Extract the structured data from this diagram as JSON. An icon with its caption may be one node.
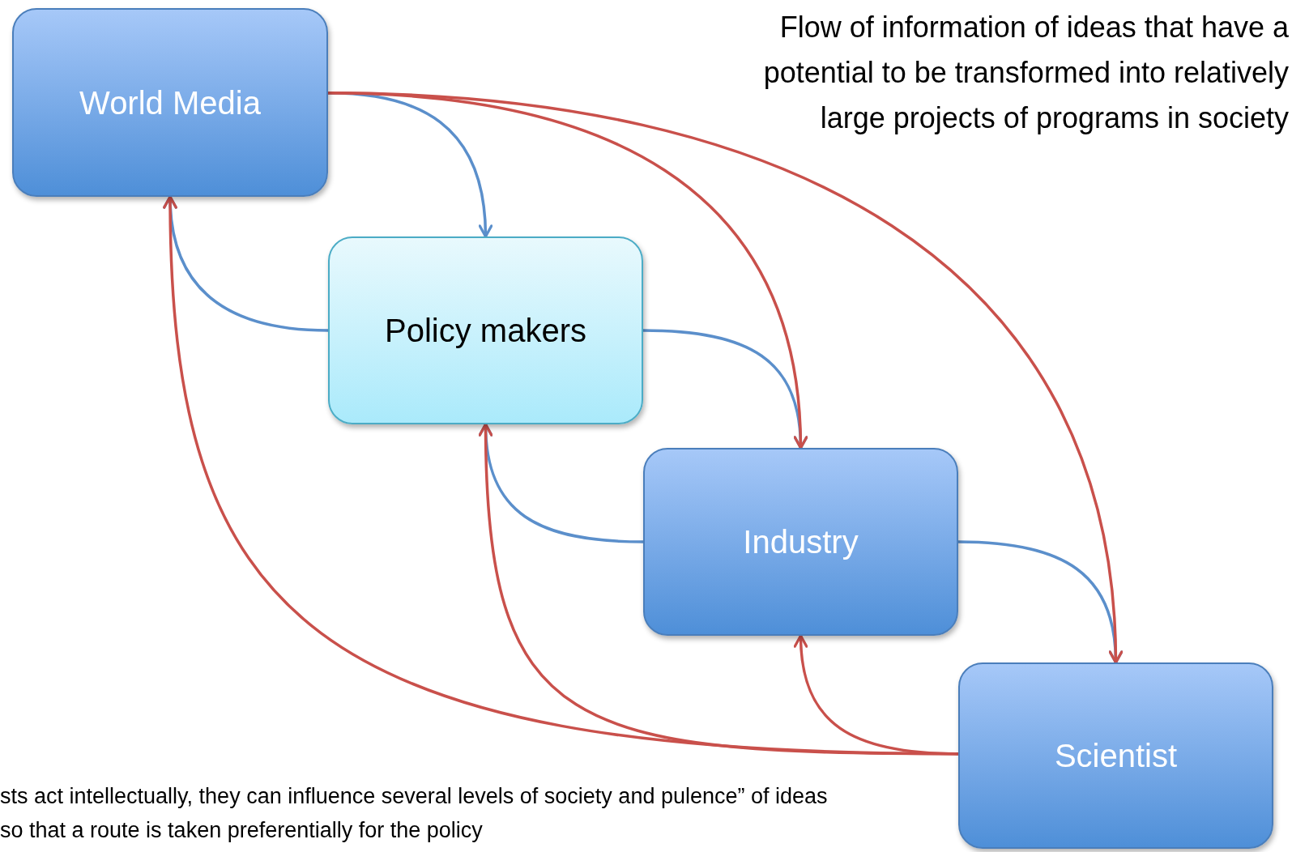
{
  "diagram": {
    "nodes": [
      {
        "text": [
          "World Media"
        ]
      },
      {
        "text": [
          "Policy makers"
        ]
      },
      {
        "text": [
          "Industry"
        ]
      },
      {
        "text": [
          "Scientist"
        ]
      }
    ],
    "edges": [
      {
        "from": 0,
        "to": 1,
        "arrow": "to"
      },
      {
        "from": 1,
        "to": 0,
        "arrow": "to"
      },
      {
        "from": 1,
        "to": 2,
        "arrow": "to"
      },
      {
        "from": 2,
        "to": 1,
        "arrow": "to"
      },
      {
        "from": 2,
        "to": 3,
        "arrow": "to"
      },
      {
        "from": 0,
        "to": 2,
        "arrow": "to",
        "color": "#c9504b"
      },
      {
        "from": 0,
        "to": 3,
        "arrow": "to",
        "color": "#c9504b"
      },
      {
        "from": 3,
        "to": 2,
        "arrow": "to",
        "color": "#c9504b"
      },
      {
        "from": 3,
        "to": 1,
        "arrow": "to",
        "color": "#c9504b"
      },
      {
        "from": 3,
        "to": 0,
        "arrow": "to",
        "color": "#c9504b"
      }
    ],
    "labels": [
      "Flow of information of ideas that have a potential to be transformed into relatively large projects of programs in society",
      "sts act intellectually, they can influence several levels of society and pulence” of ideas so that a route is taken preferentially for the policy"
    ]
  }
}
